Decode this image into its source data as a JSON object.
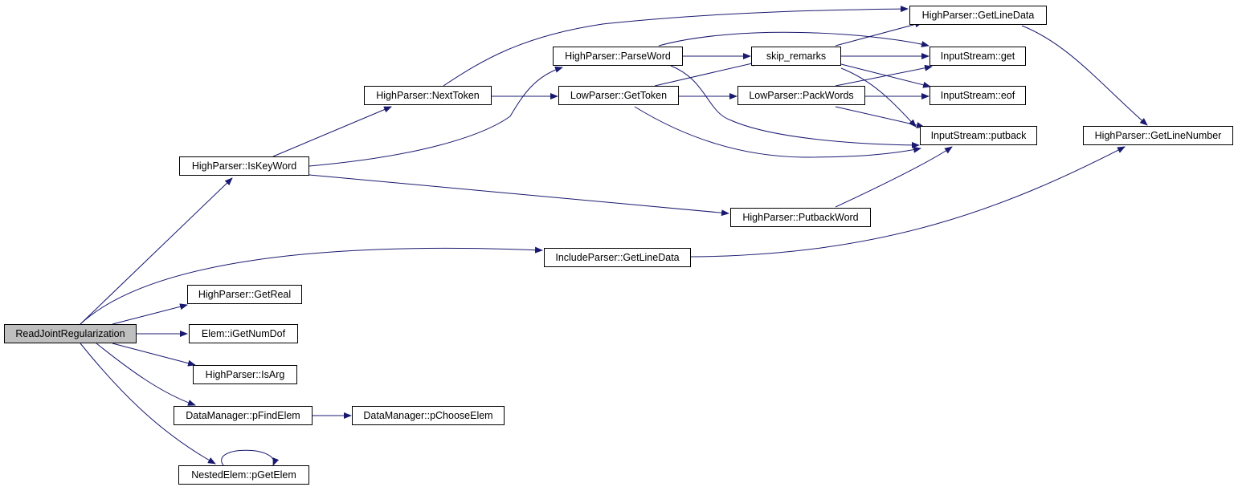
{
  "colors": {
    "edge": "#191970",
    "root_fill": "#bfbfbf",
    "node_fill": "#ffffff",
    "node_border": "#000000"
  },
  "nodes": {
    "read_joint_regularization": "ReadJointRegularization",
    "hp_iskeyword": "HighParser::IsKeyWord",
    "hp_getreal": "HighParser::GetReal",
    "elem_igetnumdof": "Elem::iGetNumDof",
    "hp_isarg": "HighParser::IsArg",
    "dm_pfindelem": "DataManager::pFindElem",
    "dm_pchooseelem": "DataManager::pChooseElem",
    "ne_pgetelem": "NestedElem::pGetElem",
    "ip_getlinedata": "IncludeParser::GetLineData",
    "hp_nexttoken": "HighParser::NextToken",
    "hp_parseword": "HighParser::ParseWord",
    "lp_gettoken": "LowParser::GetToken",
    "skip_remarks": "skip_remarks",
    "lp_packwords": "LowParser::PackWords",
    "hp_putbackword": "HighParser::PutbackWord",
    "hp_getlinedata": "HighParser::GetLineData",
    "is_get": "InputStream::get",
    "is_eof": "InputStream::eof",
    "is_putback": "InputStream::putback",
    "hp_getlinenumber": "HighParser::GetLineNumber"
  }
}
